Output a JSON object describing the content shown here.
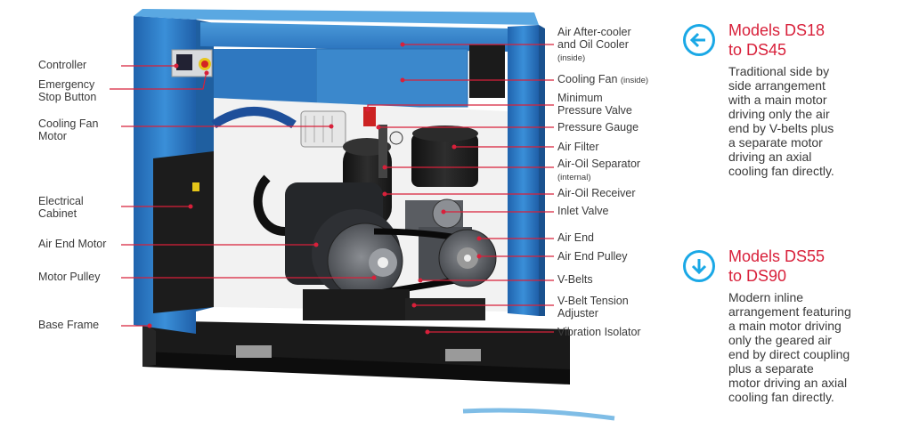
{
  "left_labels": {
    "controller": "Controller",
    "emergency_stop_1": "Emergency",
    "emergency_stop_2": "Stop Button",
    "cooling_fan_motor_1": "Cooling Fan",
    "cooling_fan_motor_2": "Motor",
    "electrical_cabinet_1": "Electrical",
    "electrical_cabinet_2": "Cabinet",
    "air_end_motor": "Air End Motor",
    "motor_pulley": "Motor Pulley",
    "base_frame": "Base Frame"
  },
  "right_labels": {
    "after_cooler_1": "Air After-cooler",
    "after_cooler_2": "and Oil Cooler",
    "after_cooler_3": "(inside)",
    "cooling_fan": "Cooling Fan",
    "cooling_fan_inside": "(inside)",
    "min_pressure_1": "Minimum",
    "min_pressure_2": "Pressure Valve",
    "pressure_gauge": "Pressure Gauge",
    "air_filter": "Air Filter",
    "separator_1": "Air-Oil Separator",
    "separator_2": "(internal)",
    "receiver": "Air-Oil Receiver",
    "inlet_valve": "Inlet Valve",
    "air_end": "Air End",
    "air_end_pulley": "Air End Pulley",
    "v_belts": "V-Belts",
    "tension_1": "V-Belt Tension",
    "tension_2": "Adjuster",
    "vibration": "Vibration Isolator"
  },
  "models": [
    {
      "icon": "arrow-left-circle-icon",
      "title_1": "Models DS18",
      "title_2": "to DS45",
      "desc": [
        "Traditional side by",
        "side arrangement",
        "with a main motor",
        "driving only the air",
        "end by V-belts plus",
        "a separate motor",
        "driving an axial",
        "cooling fan directly."
      ]
    },
    {
      "icon": "arrow-down-circle-icon",
      "title_1": "Models DS55",
      "title_2": "to DS90",
      "desc": [
        "Modern inline",
        "arrangement featuring",
        "a main motor driving",
        "only the geared air",
        "end by direct coupling",
        "plus a separate",
        "motor driving an axial",
        "cooling fan directly."
      ]
    }
  ],
  "colors": {
    "accent_red": "#d8203a",
    "icon_blue": "#1aa8e6",
    "frame_blue": "#2f7fc8",
    "cabinet_black": "#1c1c1c"
  }
}
